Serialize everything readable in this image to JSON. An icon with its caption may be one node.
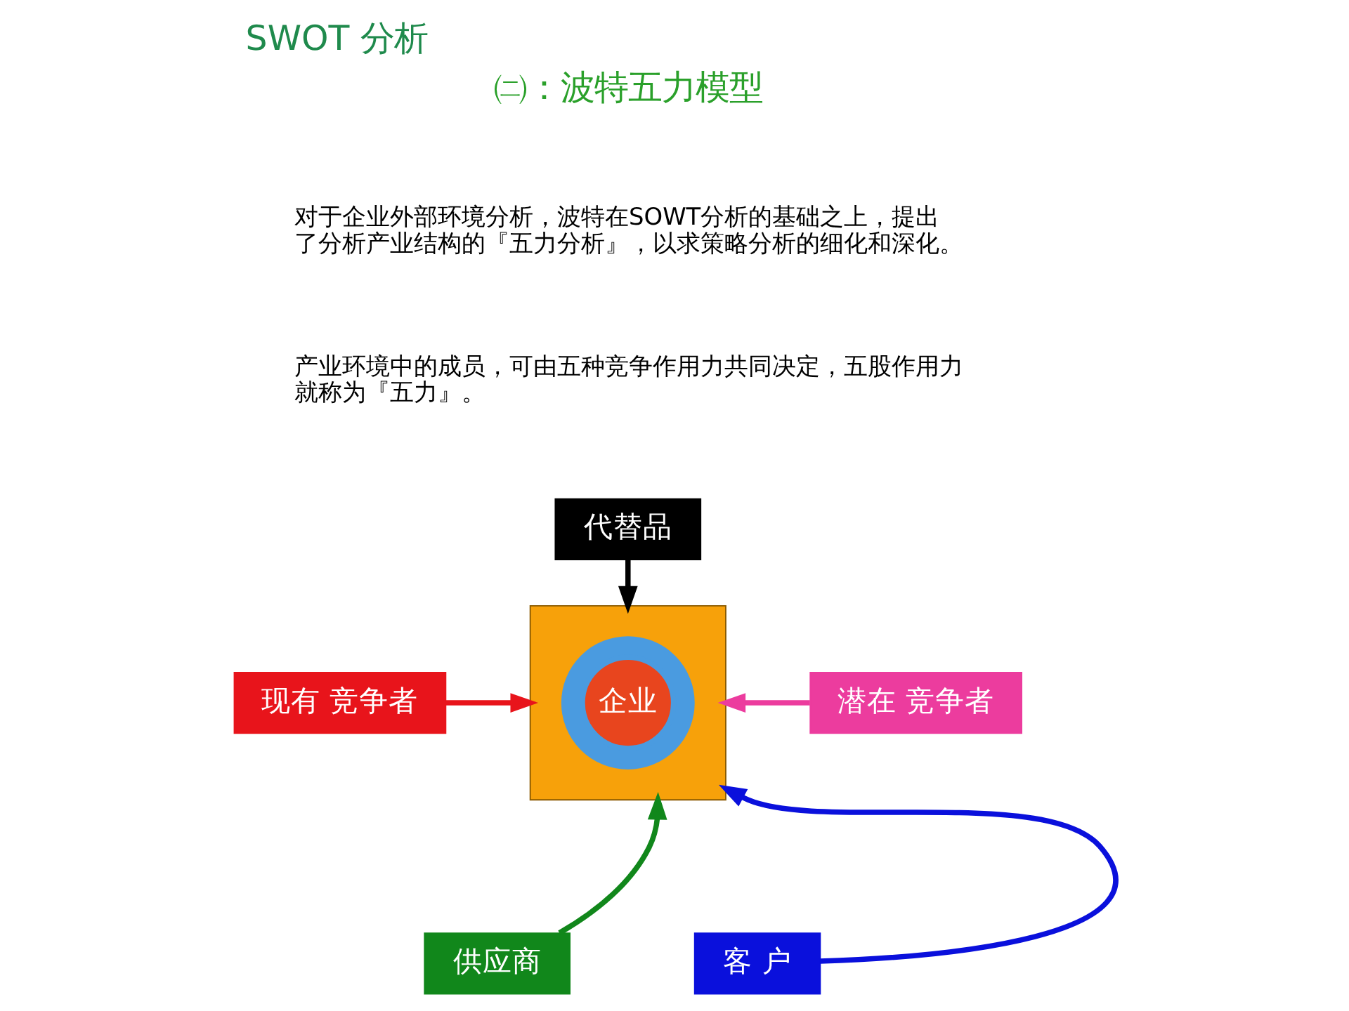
{
  "diagram": {
    "title": "SWOT 分析",
    "nodes": [
      {
        "text": [
          "代替品"
        ]
      },
      {
        "text": [
          "现有 竞争者"
        ]
      },
      {
        "text": [],
        "shape": "pentagon"
      },
      {
        "text": [
          "企业"
        ],
        "in": 2
      },
      {
        "text": [
          "潜在 竞争者"
        ]
      },
      {
        "text": [
          "供应商"
        ]
      },
      {
        "text": [
          "客 户"
        ]
      }
    ],
    "edges": [
      {
        "from": 0,
        "to": 2,
        "arrow": "to",
        "color": "#000000"
      },
      {
        "from": 1,
        "to": 2,
        "arrow": "to",
        "color": "#e8141b"
      },
      {
        "from": 4,
        "to": 2,
        "arrow": "to",
        "color": "#ec3c9e"
      },
      {
        "from": 5,
        "to": 2,
        "arrow": "to",
        "color": "#11871b"
      },
      {
        "from": 6,
        "to": 2,
        "arrow": "to",
        "color": "#0a10dc"
      }
    ],
    "labels": [
      "㈡：波特五力模型",
      "对于企业外部环境分析，波特在SOWT分析的基础之上，提出了分析产业结构的『五力分析』，以求策略分析的细化和深化。",
      "产业环境中的成员，可由五种竞争作用力共同决定，五股作用力就称为『五力』。"
    ]
  }
}
